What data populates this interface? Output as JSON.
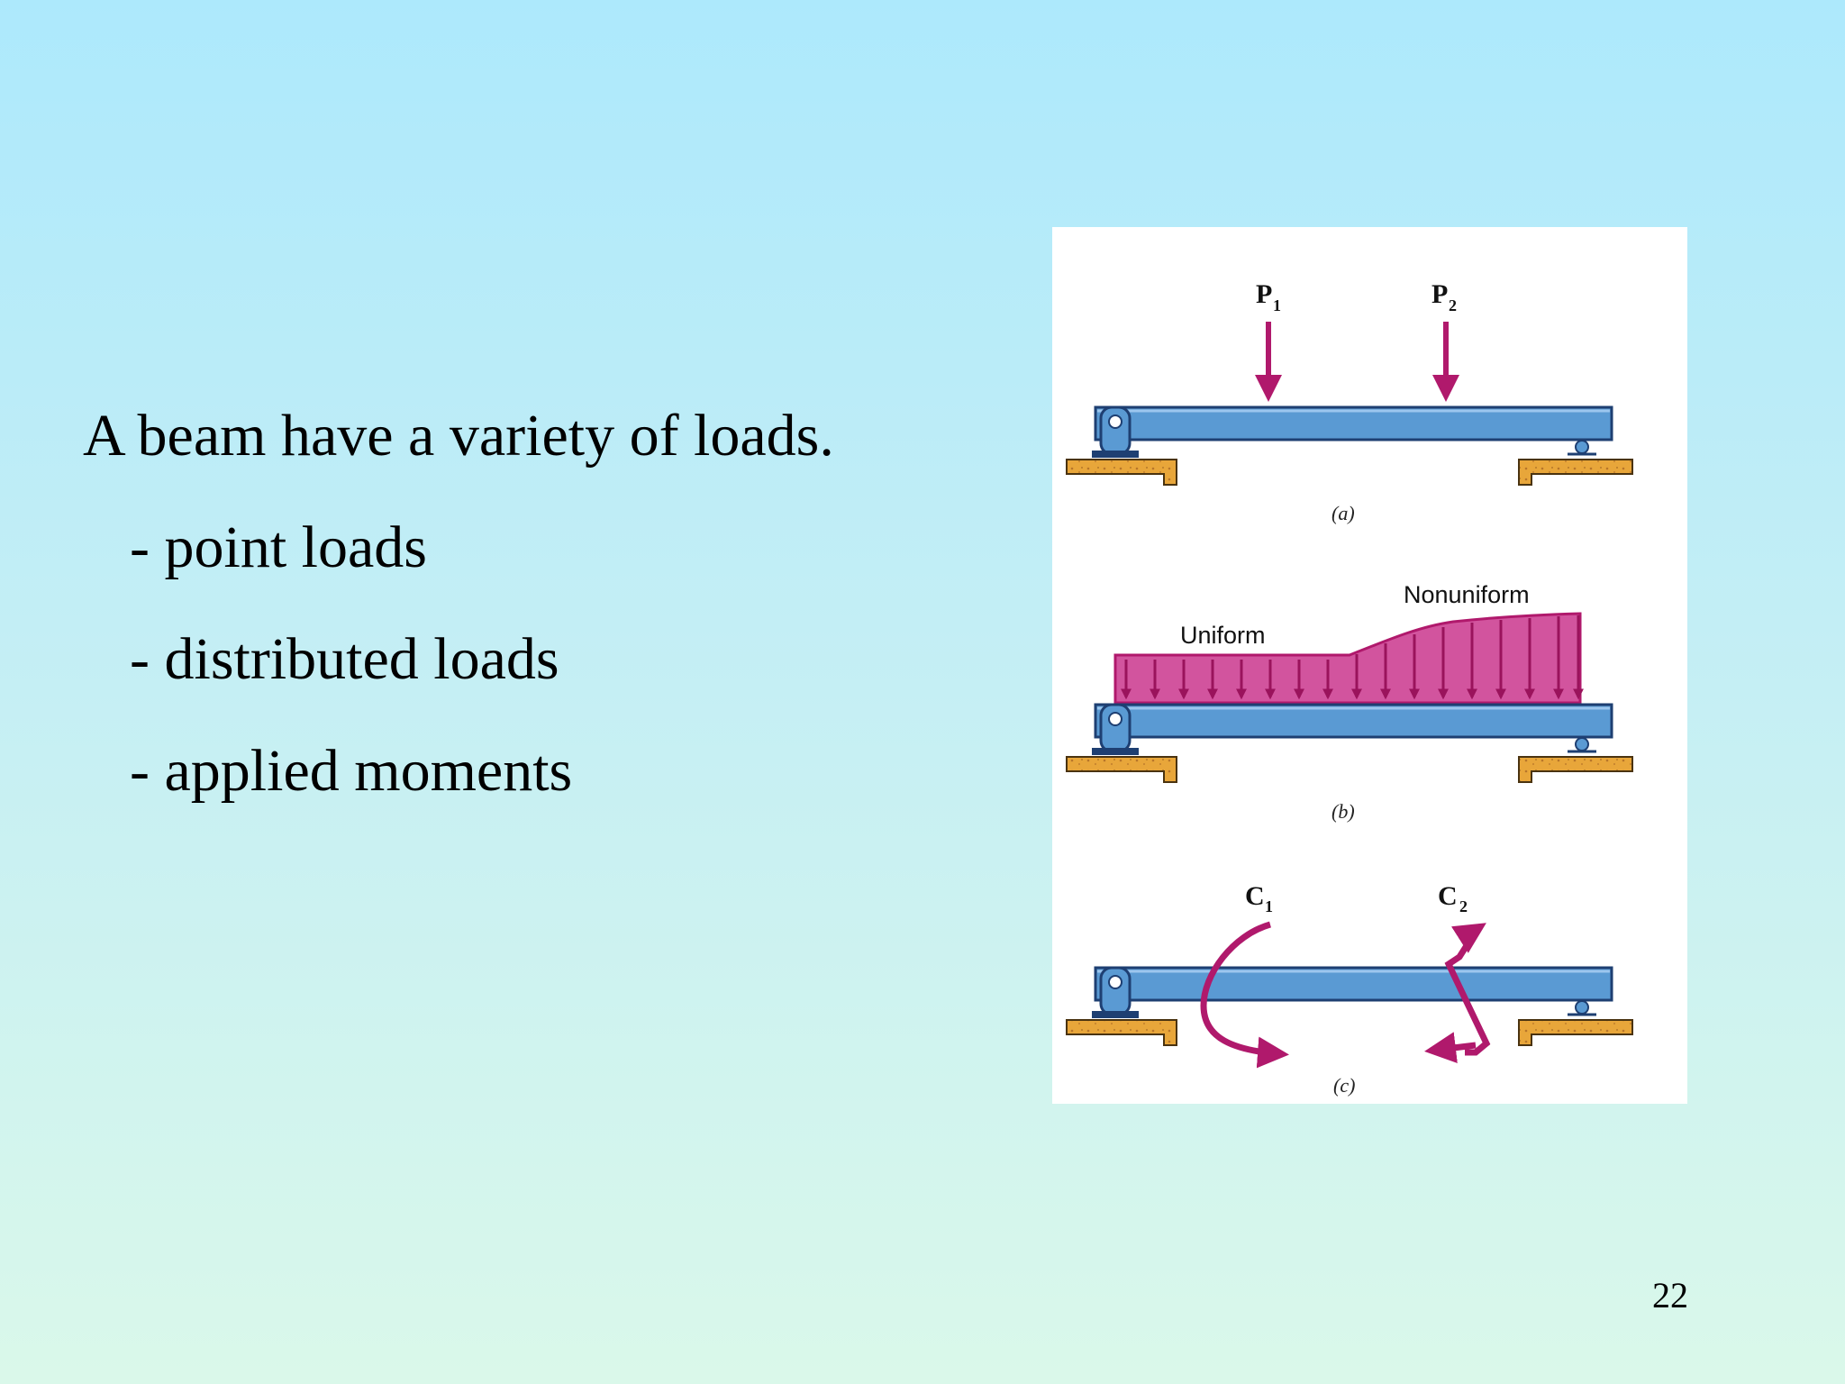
{
  "slide": {
    "lead": "A beam have a variety of loads.",
    "items": [
      "- point loads",
      "- distributed loads",
      "- applied moments"
    ],
    "page_number": "22"
  },
  "figure": {
    "panel_a": {
      "caption": "(a)",
      "load_1": {
        "symbol": "P",
        "subscript": "1"
      },
      "load_2": {
        "symbol": "P",
        "subscript": "2"
      }
    },
    "panel_b": {
      "caption": "(b)",
      "uniform_label": "Uniform",
      "nonuniform_label": "Nonuniform"
    },
    "panel_c": {
      "caption": "(c)",
      "moment_1": {
        "symbol": "C",
        "subscript": "1"
      },
      "moment_2": {
        "symbol": "C",
        "subscript": "2"
      }
    }
  },
  "colors": {
    "beam": "#5a9ad3",
    "beam_edge": "#1e3f72",
    "load": "#b0196c",
    "distributed_fill": "#d2549e",
    "ground": "#e8a63a"
  }
}
